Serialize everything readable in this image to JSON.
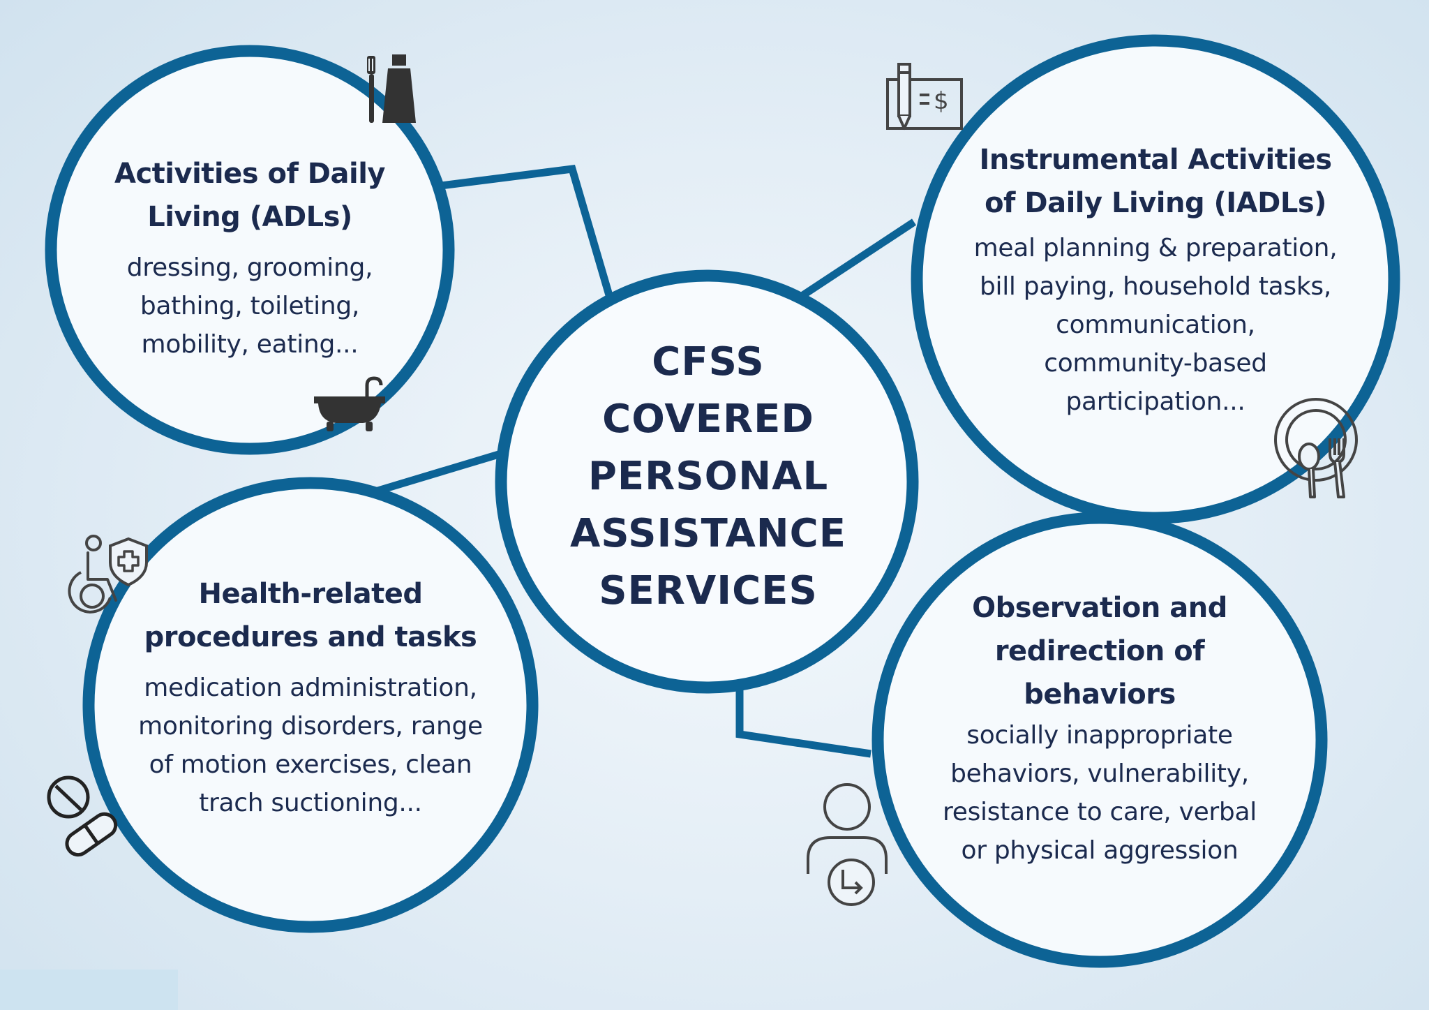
{
  "diagram": {
    "center": {
      "lines": [
        "CFSS",
        "COVERED",
        "PERSONAL",
        "ASSISTANCE",
        "SERVICES"
      ]
    },
    "nodes": [
      {
        "id": "adls",
        "title_lines": [
          "Activities of Daily",
          "Living (ADLs)"
        ],
        "desc_lines": [
          "dressing, grooming,",
          "bathing, toileting,",
          "mobility, eating..."
        ],
        "icons": [
          "toothbrush-toothpaste-icon",
          "bathtub-icon"
        ]
      },
      {
        "id": "iadls",
        "title_lines": [
          "Instrumental Activities",
          "of Daily Living (IADLs)"
        ],
        "desc_lines": [
          "meal planning & preparation,",
          "bill paying, household tasks,",
          "communication,",
          "community-based",
          "participation..."
        ],
        "icons": [
          "check-payment-icon",
          "plate-fork-spoon-icon"
        ]
      },
      {
        "id": "health",
        "title_lines": [
          "Health-related",
          "procedures and tasks"
        ],
        "desc_lines": [
          "medication administration,",
          "monitoring disorders, range",
          "of motion exercises, clean",
          "trach suctioning..."
        ],
        "icons": [
          "wheelchair-shield-icon",
          "pills-icon"
        ]
      },
      {
        "id": "behaviors",
        "title_lines": [
          "Observation and",
          "redirection of",
          "behaviors"
        ],
        "desc_lines": [
          "socially inappropriate",
          "behaviors, vulnerability,",
          "resistance to care, verbal",
          "or physical aggression"
        ],
        "icons": [
          "person-redirect-icon"
        ]
      }
    ]
  },
  "colors": {
    "ring": "#0d6395",
    "text": "#1b2a4e",
    "icon": "#333333"
  }
}
